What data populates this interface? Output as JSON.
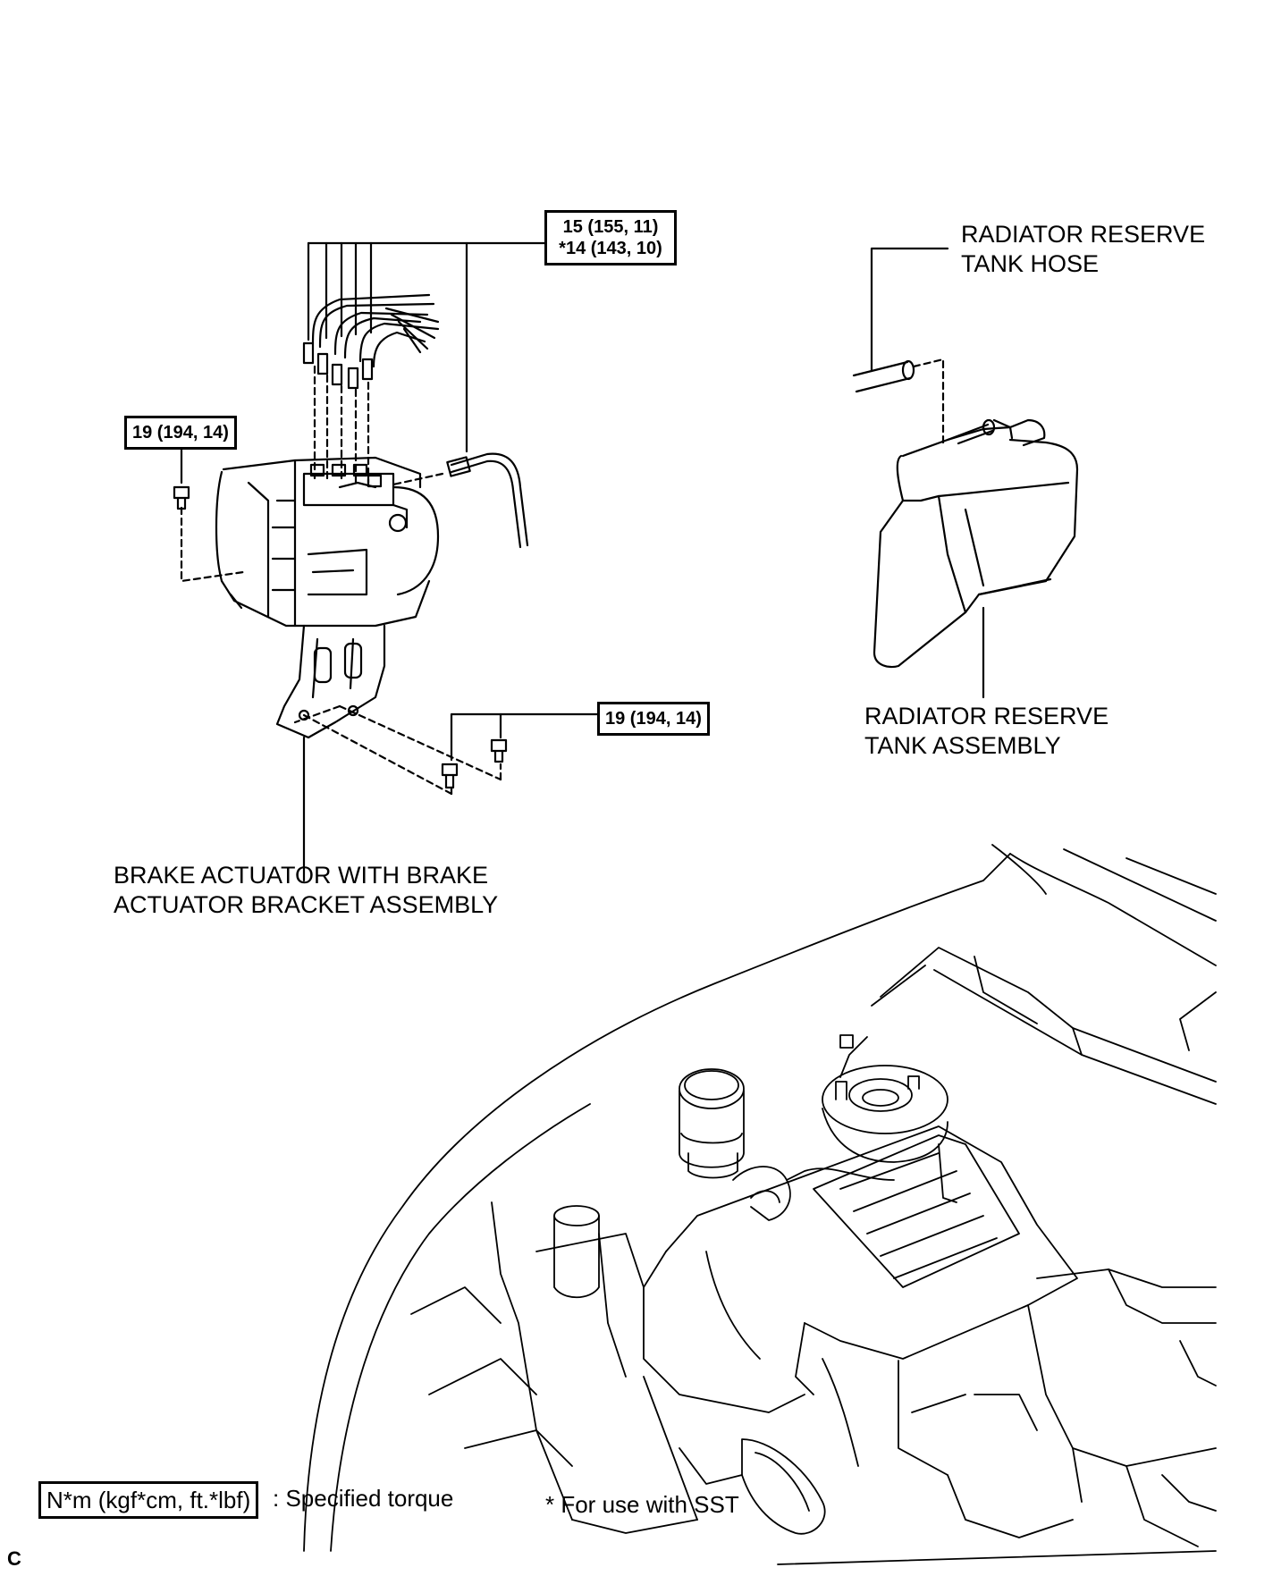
{
  "torque_labels": {
    "pipes_line1": "15 (155, 11)",
    "pipes_line2": "*14 (143, 10)",
    "bolt_left": "19 (194, 14)",
    "bolt_bracket": "19 (194, 14)"
  },
  "part_labels": {
    "hose_line1": "RADIATOR RESERVE",
    "hose_line2": "TANK HOSE",
    "tank_line1": "RADIATOR RESERVE",
    "tank_line2": "TANK ASSEMBLY",
    "actuator_line1": "BRAKE ACTUATOR WITH BRAKE",
    "actuator_line2": "ACTUATOR BRACKET ASSEMBLY"
  },
  "legend": {
    "unit_box": "N*m (kgf*cm, ft.*lbf)",
    "unit_desc": ": Specified torque",
    "sst_note": "* For use with SST",
    "corner_code": "C"
  }
}
